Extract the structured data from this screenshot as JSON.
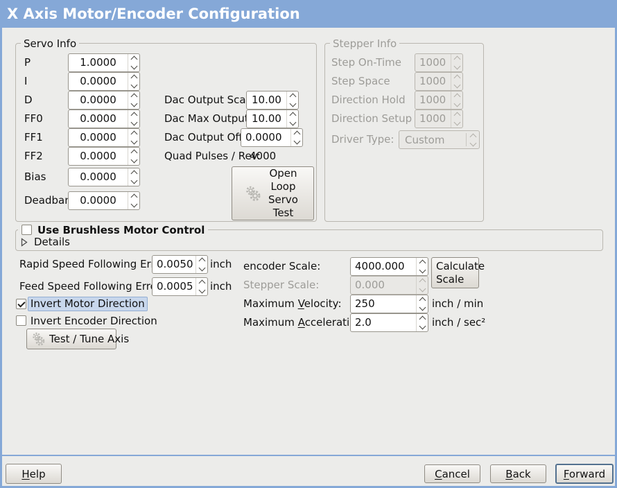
{
  "window": {
    "title": "X Axis Motor/Encoder Configuration"
  },
  "colors": {
    "accent": "#85a8d7",
    "content_bg": "#ececea",
    "focus_highlight": "#c8d7ec",
    "disabled_text": "#9d9c98"
  },
  "servo_info": {
    "label": "Servo Info",
    "fields": [
      {
        "label": "P",
        "value": "1.0000"
      },
      {
        "label": "I",
        "value": "0.0000"
      },
      {
        "label": "D",
        "value": "0.0000"
      },
      {
        "label": "FF0",
        "value": "0.0000"
      },
      {
        "label": "FF1",
        "value": "0.0000"
      },
      {
        "label": "FF2",
        "value": "0.0000"
      },
      {
        "label": "Bias",
        "value": "0.0000"
      },
      {
        "label": "Deadband",
        "value": "0.0000"
      }
    ]
  },
  "dac": {
    "rows": [
      {
        "label": "Dac Output Scale:",
        "value": "10.00"
      },
      {
        "label": "Dac Max Output:",
        "value": "10.00"
      },
      {
        "label": "Dac Output Offset:",
        "value": "0.0000"
      }
    ],
    "quad_label": "Quad Pulses / Rev:",
    "quad_value": "4000"
  },
  "open_loop_button": {
    "label": "Open Loop Servo Test"
  },
  "stepper_info": {
    "label": "Stepper Info",
    "fields": [
      {
        "label": "Step On-Time",
        "value": "1000"
      },
      {
        "label": "Step Space",
        "value": "1000"
      },
      {
        "label": "Direction Hold",
        "value": "1000"
      },
      {
        "label": "Direction Setup",
        "value": "1000"
      }
    ],
    "driver_type_label": "Driver Type:",
    "driver_type_value": "Custom"
  },
  "brushless": {
    "label": "Use Brushless Motor Control",
    "checked": false,
    "details_label": "Details"
  },
  "following": [
    {
      "label": "Rapid Speed Following Error:",
      "value": "0.0050",
      "unit": "inch"
    },
    {
      "label": "Feed Speed Following Error:",
      "value": "0.0005",
      "unit": "inch"
    }
  ],
  "invert_motor": {
    "label": "Invert Motor Direction",
    "checked": true
  },
  "invert_encoder": {
    "label": "Invert Encoder Direction",
    "checked": false
  },
  "test_tune_button": {
    "label": "Test / Tune Axis"
  },
  "scale": {
    "encoder_label": "encoder Scale:",
    "encoder_value": "4000.000",
    "calculate_button": "Calculate Scale",
    "stepper_label": "Stepper Scale:",
    "stepper_value": "0.000",
    "velocity_label": {
      "pre": "Maximum ",
      "m": "V",
      "post": "elocity:"
    },
    "velocity_value": "250",
    "velocity_unit": "inch / min",
    "accel_label": {
      "pre": "Maximum ",
      "m": "A",
      "post": "cceleration:"
    },
    "accel_value": "2.0",
    "accel_unit": "inch / sec²"
  },
  "footer": {
    "help": {
      "m": "H",
      "post": "elp"
    },
    "cancel": {
      "m": "C",
      "post": "ancel"
    },
    "back": {
      "m": "B",
      "post": "ack"
    },
    "forward": {
      "m": "F",
      "post": "orward"
    }
  }
}
